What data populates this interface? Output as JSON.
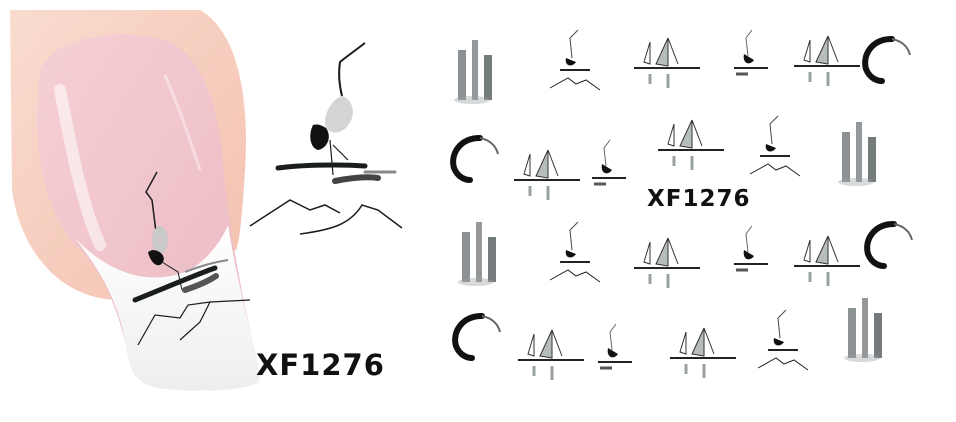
{
  "product": {
    "code_main": "XF1276",
    "code_sheet": "XF1276"
  },
  "colors": {
    "background": "#ffffff",
    "skin": "#f7d4c6",
    "nail_pink": "#f2c5cc",
    "nail_tip": "#fbf8f9",
    "ink": "#1a1d1e",
    "ink_wash": "#8b9497"
  },
  "sheet": {
    "rows": [
      [
        "trees",
        "crane-mountains",
        "sailboats",
        "crane",
        "sailboats",
        "wave-circle"
      ],
      [
        "wave-circle",
        "sailboats",
        "crane",
        "sailboats",
        "crane-mountains",
        "trees"
      ],
      [
        "trees",
        "crane-mountains",
        "sailboats",
        "crane",
        "sailboats",
        "wave-circle"
      ],
      [
        "wave-circle",
        "sailboats",
        "crane",
        "sailboats",
        "crane-mountains",
        "trees"
      ]
    ]
  }
}
